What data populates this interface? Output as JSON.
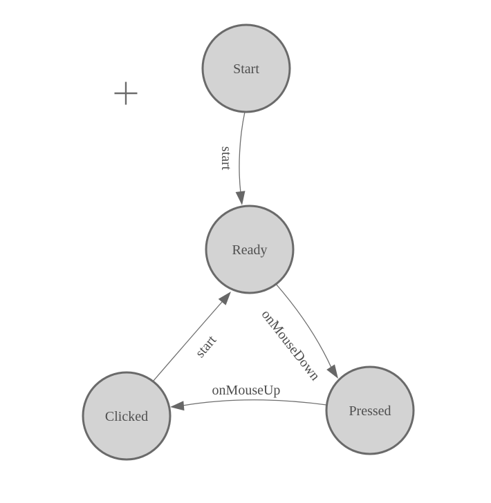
{
  "colors": {
    "background": "#ffffff",
    "node_fill": "#d3d3d3",
    "node_border": "#6a6a6a",
    "edge_line": "#6e6e6e",
    "arrowhead": "#676767",
    "text": "#4f4f4f"
  },
  "diagram": {
    "type": "state-diagram",
    "nodes": [
      {
        "id": "start",
        "label": "Start"
      },
      {
        "id": "ready",
        "label": "Ready"
      },
      {
        "id": "clicked",
        "label": "Clicked"
      },
      {
        "id": "pressed",
        "label": "Pressed"
      }
    ],
    "edges": [
      {
        "from": "start",
        "to": "ready",
        "label": "start"
      },
      {
        "from": "ready",
        "to": "pressed",
        "label": "onMouseDown"
      },
      {
        "from": "pressed",
        "to": "clicked",
        "label": "onMouseUp"
      },
      {
        "from": "clicked",
        "to": "ready",
        "label": "start"
      }
    ]
  }
}
